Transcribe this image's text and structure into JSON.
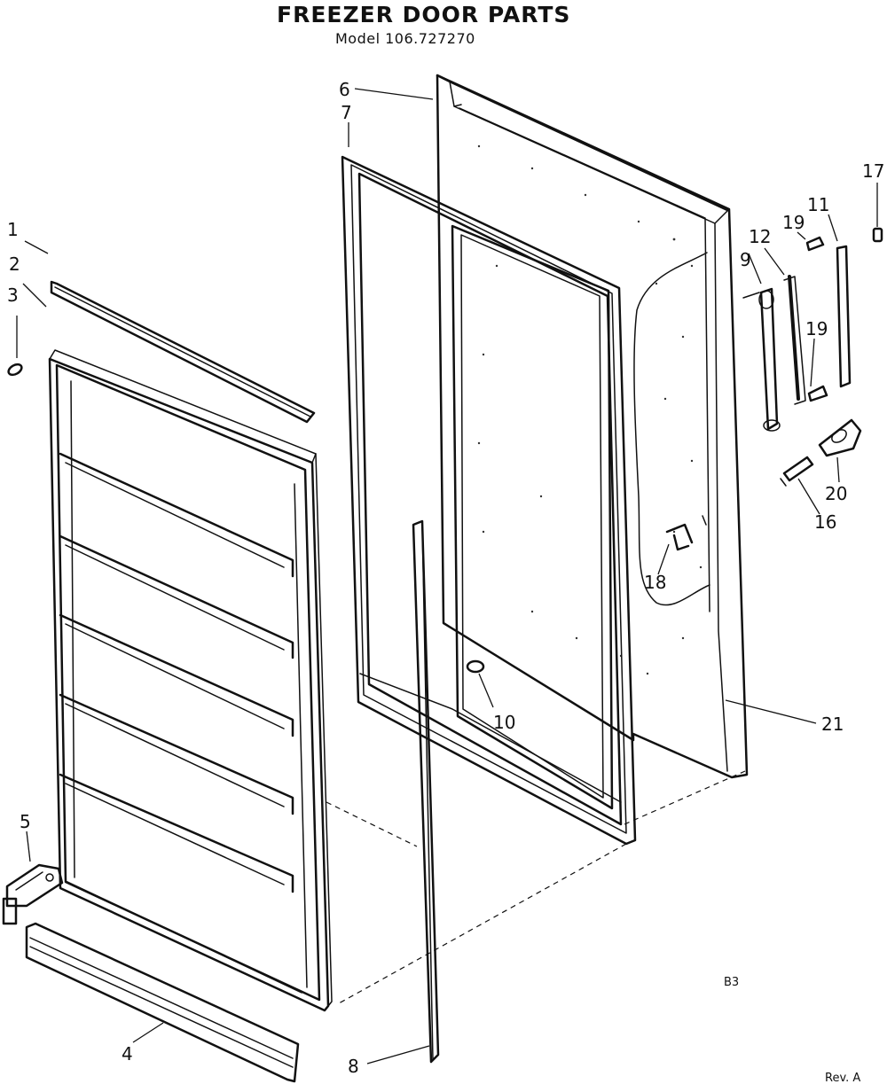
{
  "header": {
    "title": "FREEZER DOOR PARTS",
    "model": "Model 106.727270"
  },
  "callouts": {
    "c1": "1",
    "c2": "2",
    "c3": "3",
    "c4": "4",
    "c5": "5",
    "c6": "6",
    "c7": "7",
    "c8": "8",
    "c9": "9",
    "c10": "10",
    "c11": "11",
    "c12": "12",
    "c16": "16",
    "c17": "17",
    "c18": "18",
    "c19a": "19",
    "c19b": "19",
    "c20": "20",
    "c21": "21"
  },
  "footer": {
    "code": "B3",
    "revision": "Rev. A"
  }
}
